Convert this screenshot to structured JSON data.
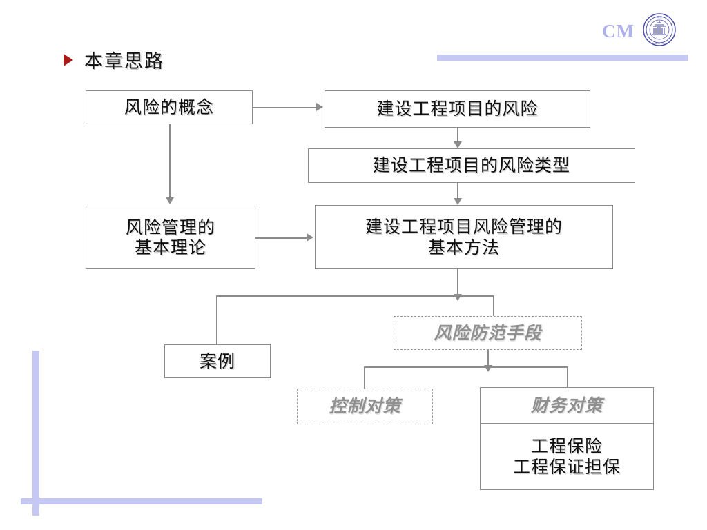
{
  "header": {
    "brand_text": "CM",
    "logo_name": "tongji-university-seal",
    "accent_color": "#c6c8f4",
    "brand_color": "#aeb0ee"
  },
  "title": {
    "text": "本章思路",
    "bullet_color": "#a81a1a"
  },
  "flowchart": {
    "nodes": [
      {
        "id": "risk-concept",
        "lines": [
          "风险的概念"
        ],
        "style": "solid"
      },
      {
        "id": "project-risk",
        "lines": [
          "建设工程项目的风险"
        ],
        "style": "solid"
      },
      {
        "id": "project-risk-types",
        "lines": [
          "建设工程项目的风险类型"
        ],
        "style": "solid"
      },
      {
        "id": "risk-mgmt-theory",
        "lines": [
          "风险管理的",
          "基本理论"
        ],
        "style": "solid"
      },
      {
        "id": "risk-mgmt-methods",
        "lines": [
          "建设工程项目风险管理的",
          "基本方法"
        ],
        "style": "solid"
      },
      {
        "id": "risk-prevention",
        "lines": [
          "风险防范手段"
        ],
        "style": "dashed"
      },
      {
        "id": "case-study",
        "lines": [
          "案例"
        ],
        "style": "solid"
      },
      {
        "id": "control-measures",
        "lines": [
          "控制对策"
        ],
        "style": "dashed"
      }
    ],
    "financial": {
      "id": "financial-measures",
      "header": "财务对策",
      "lines": [
        "工程保险",
        "工程保证担保"
      ]
    },
    "line_color": "#8b8b8b"
  }
}
